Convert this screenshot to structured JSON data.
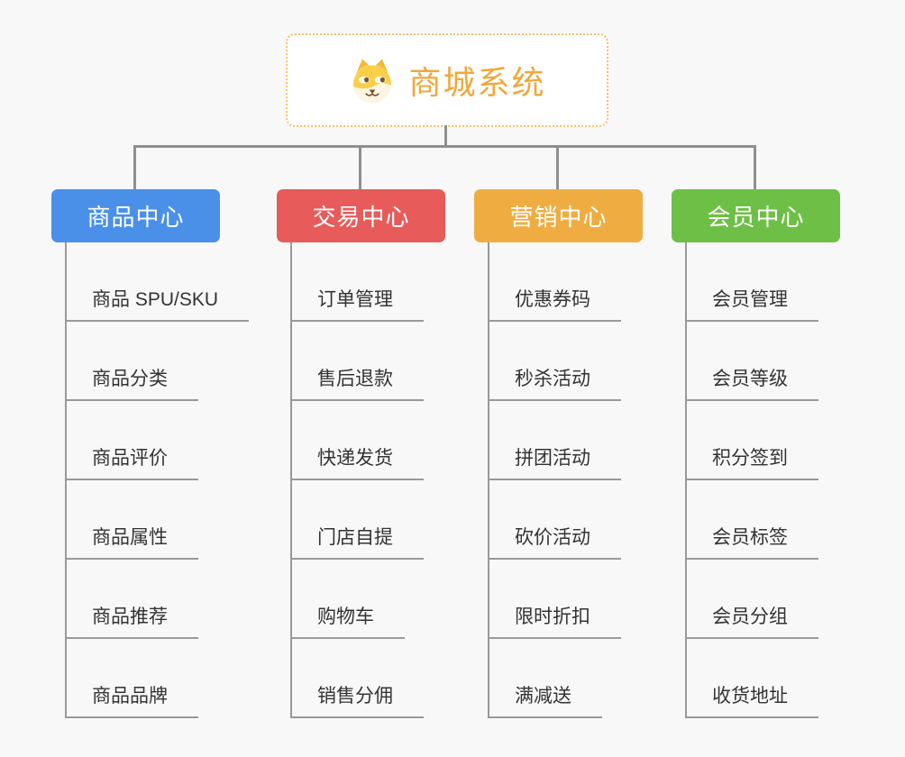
{
  "canvas": {
    "background_color": "#f8f8f8",
    "connector_color": "#8f8f8f",
    "leaf_line_color": "#999999"
  },
  "root": {
    "title": "商城系统",
    "title_color": "#f0a83b",
    "icon": "dog-face-icon",
    "border_color": "#f3be6b"
  },
  "branches": [
    {
      "label": "商品中心",
      "color": "#4a90e8",
      "children": [
        "商品 SPU/SKU",
        "商品分类",
        "商品评价",
        "商品属性",
        "商品推荐",
        "商品品牌"
      ]
    },
    {
      "label": "交易中心",
      "color": "#e85b5b",
      "children": [
        "订单管理",
        "售后退款",
        "快递发货",
        "门店自提",
        "购物车",
        "销售分佣"
      ]
    },
    {
      "label": "营销中心",
      "color": "#efad41",
      "children": [
        "优惠券码",
        "秒杀活动",
        "拼团活动",
        "砍价活动",
        "限时折扣",
        "满减送"
      ]
    },
    {
      "label": "会员中心",
      "color": "#6ebf45",
      "children": [
        "会员管理",
        "会员等级",
        "积分签到",
        "会员标签",
        "会员分组",
        "收货地址"
      ]
    }
  ]
}
